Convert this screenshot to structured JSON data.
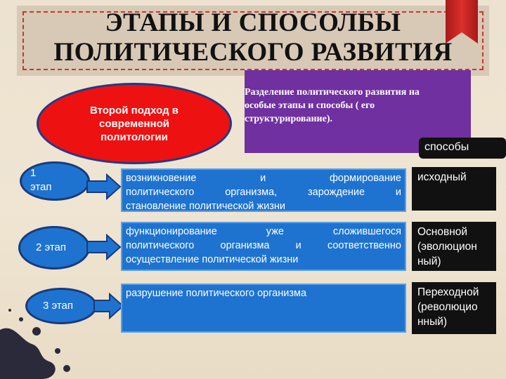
{
  "title": {
    "line1": "ЭТАПЫ И СПОСОЛБЫ",
    "line2": "ПОЛИТИЧЕСКОГО РАЗВИТИЯ"
  },
  "approach": {
    "line1": "Второй подход в",
    "line2": "современной",
    "line3": "политологии"
  },
  "definition": {
    "line1": "Разделение политического развития на",
    "line2": "особые этапы и способы ( его",
    "line3": "структурирование)."
  },
  "methods_header": "способы",
  "stages": [
    {
      "label_line1": "1",
      "label_line2": "этап",
      "desc_lines": [
        "возникновение и формирование",
        "политического организма, зарождение и",
        "становление политической жизни"
      ],
      "method_lines": [
        "исходный"
      ]
    },
    {
      "label_line1": "2 этап",
      "desc_lines": [
        "функционирование уже сложившегося",
        "политического организма и соответственно",
        "осуществление политической жизни"
      ],
      "method_lines": [
        "Основной",
        "(эволюцион",
        "ный)"
      ]
    },
    {
      "label_line1": "3 этап",
      "desc_lines": [
        "разрушение политического организма"
      ],
      "method_lines": [
        "Переходной",
        "(революцио",
        "нный)"
      ]
    }
  ],
  "colors": {
    "background": "#ece2cf",
    "title_band": "#d8c8b6",
    "dashed_border": "#c33a2a",
    "accent_red": "#ee1111",
    "purple": "#7030a0",
    "stage_blue": "#1e73d1",
    "method_black": "#111111"
  }
}
